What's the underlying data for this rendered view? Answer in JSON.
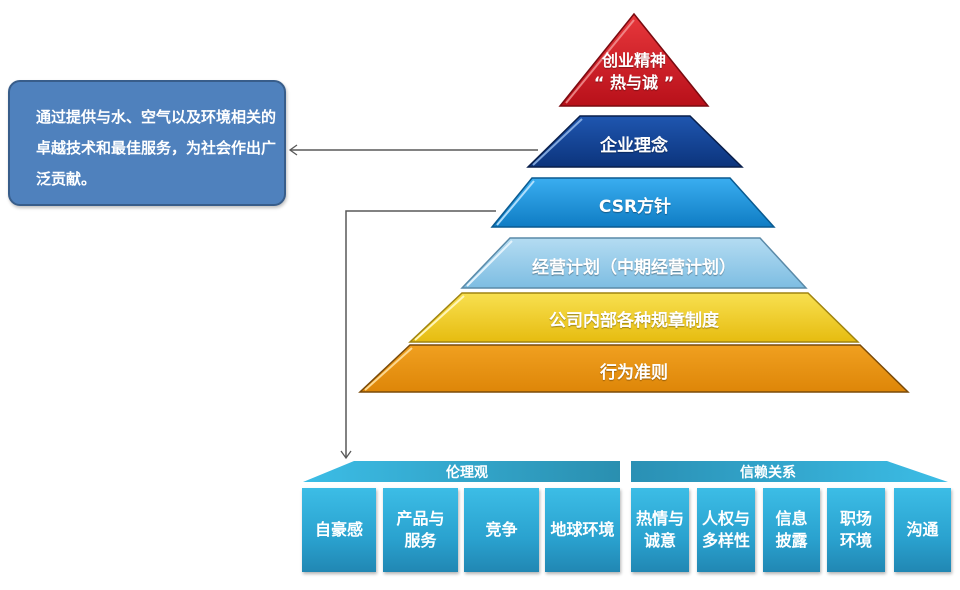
{
  "callout": {
    "text": "通过提供与水、空气以及环境相关的卓越技术和最佳服务，为社会作出广泛贡献。"
  },
  "pyramid": {
    "levels": [
      {
        "line1": "创业精神",
        "line2": "“ 热与诚 ”",
        "color": "#c8151b"
      },
      {
        "label": "企业理念",
        "color": "#0f3c8c"
      },
      {
        "label": "CSR方针",
        "color": "#1587d0"
      },
      {
        "label": "经营计划（中期经营计划）",
        "color": "#8cc6e6"
      },
      {
        "label": "公司内部各种规章制度",
        "color": "#f0c81c"
      },
      {
        "label": "行为准则",
        "color": "#e8900c"
      }
    ]
  },
  "groups": [
    {
      "title": "伦理观",
      "items": [
        "自豪感",
        "产品与\n服务",
        "竞争",
        "地球环境"
      ]
    },
    {
      "title": "信赖关系",
      "items": [
        "热情与\n诚意",
        "人权与\n多样性",
        "信息\n披露",
        "职场\n环境",
        "沟通"
      ]
    }
  ],
  "colors": {
    "connector": "#595959",
    "callout_fill": "#4f81bd",
    "tile": "#2aa2cf"
  }
}
